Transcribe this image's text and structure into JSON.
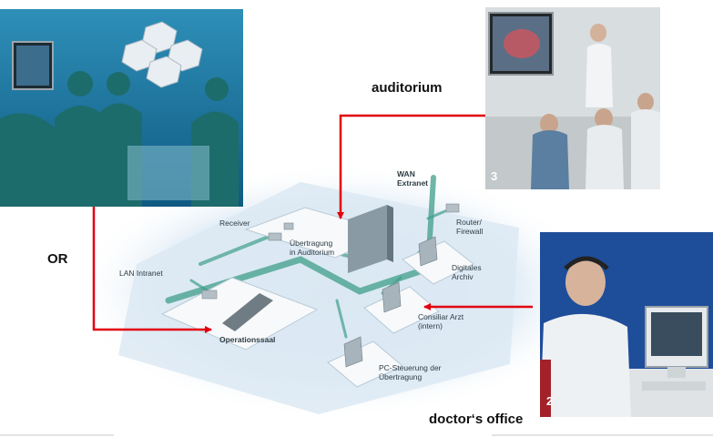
{
  "labels": {
    "auditorium": "auditorium",
    "or": "OR",
    "doctors_office": "doctor‘s office"
  },
  "network": {
    "wan": [
      "WAN",
      "Extranet"
    ],
    "lan": "LAN Intranet",
    "receiver": "Receiver",
    "router": [
      "Router/",
      "Firewall"
    ],
    "uebertragung": [
      "Übertragung",
      "in Auditorium"
    ],
    "archiv": [
      "Digitales",
      "Archiv"
    ],
    "consiliar": [
      "Consiliar Arzt",
      "(intern)"
    ],
    "operationssaal": "Operationssaal",
    "pc_steuerung": [
      "PC-Steuerung der",
      "Übertragung"
    ]
  },
  "photos": {
    "auditorium_number": "3",
    "doctor_number": "2"
  },
  "colors": {
    "arrow": "#e3000f",
    "network_line": "#3f9e8a",
    "platform": "#dce9f3",
    "tile": "#f7f9fb"
  }
}
